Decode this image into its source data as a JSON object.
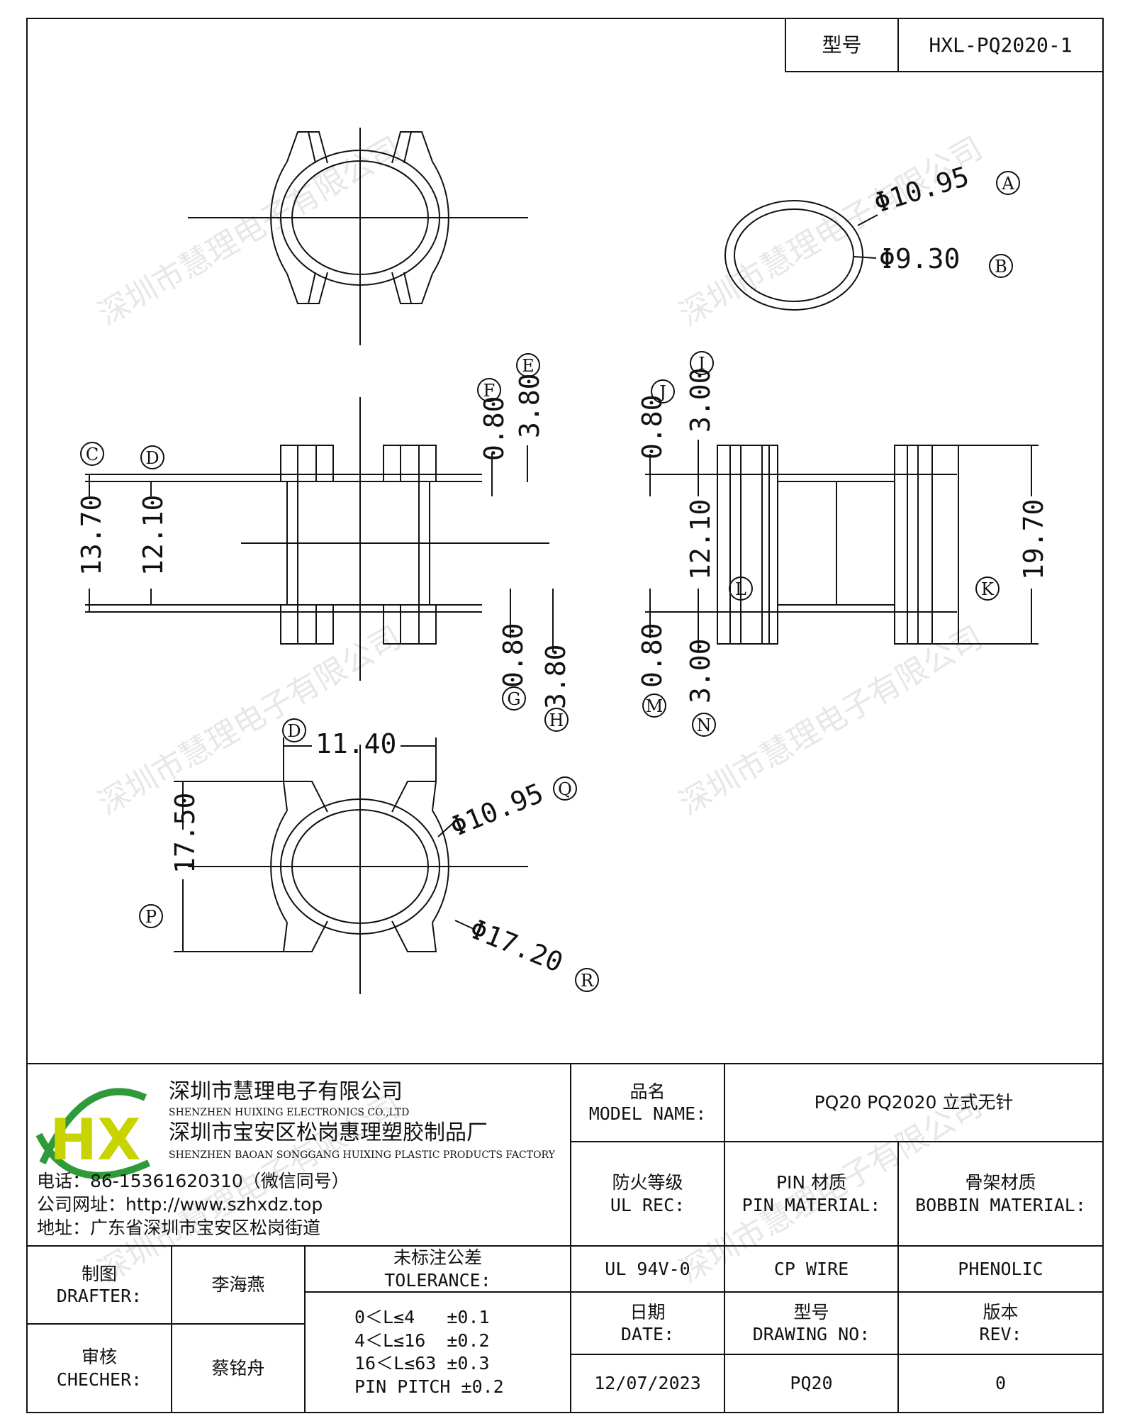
{
  "header": {
    "type_label": "型号",
    "type_value": "HXL-PQ2020-1"
  },
  "watermark": "深圳市慧理电子有限公司",
  "dimensions": {
    "A": "Φ10.95",
    "B": "Φ9.30",
    "C": "13.70",
    "D": "12.10",
    "E": "3.80",
    "F": "0.80",
    "G": "3.80",
    "H": "0.80",
    "I": "3.00",
    "J": "0.80",
    "K": "19.70",
    "L": "12.10",
    "M": "0.80",
    "N": "3.00",
    "D2": "11.40",
    "P": "17.50",
    "Q": "Φ10.95",
    "R": "Φ17.20"
  },
  "callouts": [
    "A",
    "B",
    "C",
    "D",
    "E",
    "F",
    "G",
    "H",
    "I",
    "J",
    "K",
    "L",
    "M",
    "N",
    "D",
    "P",
    "Q",
    "R"
  ],
  "company": {
    "logo_text": "HX",
    "name_cn": "深圳市慧理电子有限公司",
    "name_en": "SHENZHEN HUIXING ELECTRONICS CO.,LTD",
    "factory_cn": "深圳市宝安区松岗惠理塑胶制品厂",
    "factory_en": "SHENZHEN BAOAN SONGGANG HUIXING PLASTIC PRODUCTS FACTORY",
    "phone": "电话：86-15361620310（微信同号）",
    "website": "公司网址：http://www.szhxdz.top",
    "address": "地址：广东省深圳市宝安区松岗街道"
  },
  "title_block": {
    "model_label_cn": "品名",
    "model_label_en": "MODEL NAME:",
    "model_value": "PQ20 PQ2020 立式无针",
    "ul_label_cn": "防火等级",
    "ul_label_en": "UL REC:",
    "ul_value": "UL 94V-0",
    "pin_label_cn": "PIN 材质",
    "pin_label_en": "PIN MATERIAL:",
    "pin_value": "CP WIRE",
    "bobbin_label_cn": "骨架材质",
    "bobbin_label_en": "BOBBIN MATERIAL:",
    "bobbin_value": "PHENOLIC",
    "drafter_cn": "制图",
    "drafter_en": "DRAFTER:",
    "drafter_value": "李海燕",
    "checker_cn": "审核",
    "checker_en": "CHECHER:",
    "checker_value": "蔡铭舟",
    "tolerance_cn": "未标注公差",
    "tolerance_en": "TOLERANCE:",
    "tolerance_lines": [
      "0＜L≤4   ±0.1",
      "4＜L≤16  ±0.2",
      "16＜L≤63 ±0.3",
      "PIN PITCH ±0.2"
    ],
    "date_cn": "日期",
    "date_en": "DATE:",
    "date_value": "12/07/2023",
    "drawing_cn": "型号",
    "drawing_en": "DRAWING NO:",
    "drawing_value": "PQ20",
    "rev_cn": "版本",
    "rev_en": "REV:",
    "rev_value": "0"
  },
  "colors": {
    "logo_green": "#2e9a3a",
    "logo_yellow": "#c8d400"
  }
}
